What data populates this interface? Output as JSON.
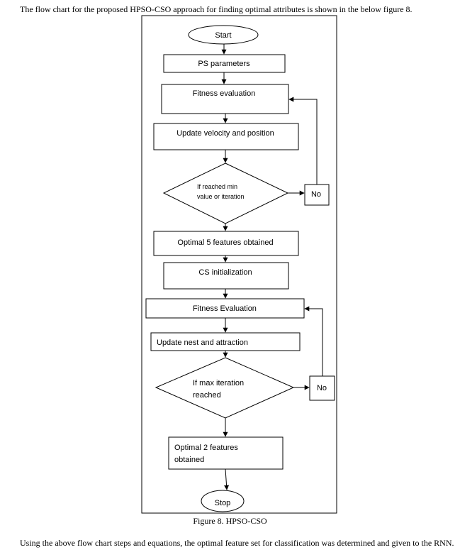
{
  "text": {
    "intro": "The flow chart for the proposed HPSO-CSO approach for finding optimal attributes is shown in the below figure 8.",
    "caption": "Figure 8. HPSO-CSO",
    "outro": "Using the above flow chart steps and equations, the optimal feature set for classification was determined and given to the RNN."
  },
  "flowchart": {
    "start": "Start",
    "ps_parameters": "PS parameters",
    "fitness_evaluation_1": "Fitness evaluation",
    "update_velocity": "Update velocity and position",
    "decision_1_line1": "If reached min",
    "decision_1_line2": "value or iteration",
    "no_1": "No",
    "optimal_5": "Optimal 5 features obtained",
    "cs_init": "CS initialization",
    "fitness_evaluation_2": "Fitness Evaluation",
    "update_nest": "Update nest and attraction",
    "decision_2_line1": "If max iteration",
    "decision_2_line2": "reached",
    "no_2": "No",
    "optimal_2_line1": "Optimal 2 features",
    "optimal_2_line2": "obtained",
    "stop": "Stop"
  }
}
